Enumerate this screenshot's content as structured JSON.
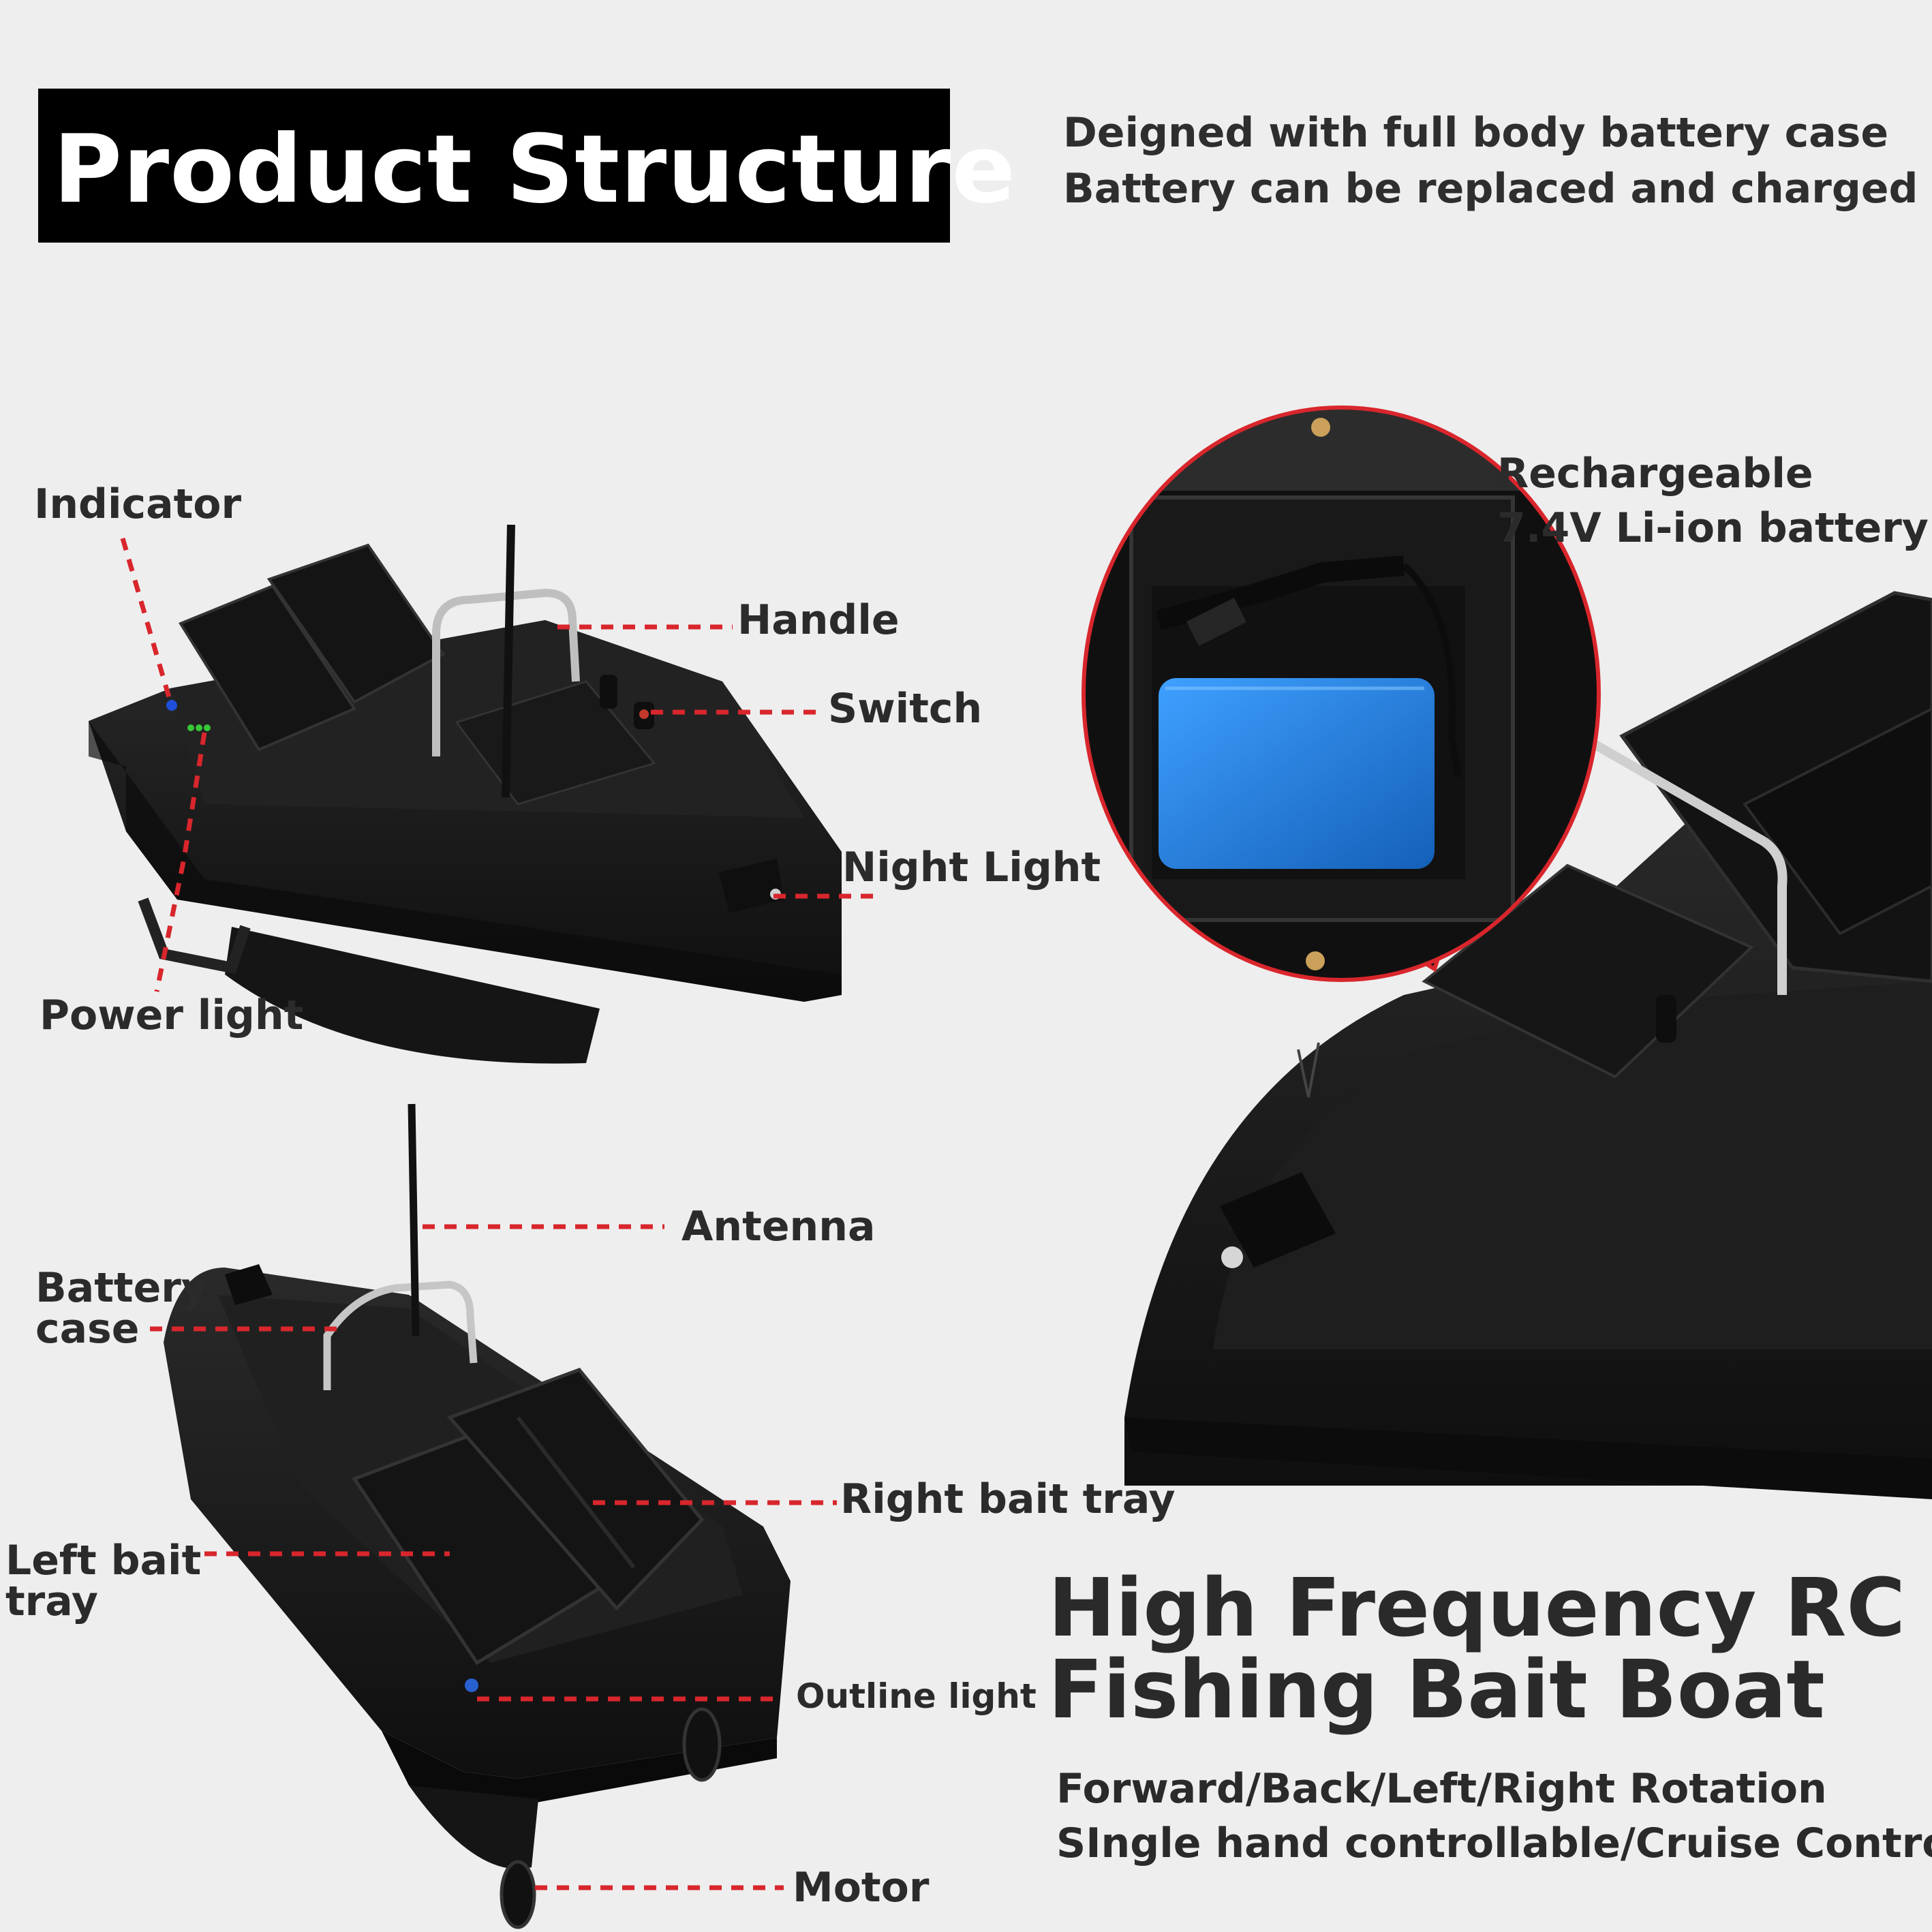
{
  "header": {
    "title": "Product Structure",
    "tagline_line1": "Deigned with full body battery case",
    "tagline_line2": "Battery can be replaced and charged"
  },
  "callouts_top_boat": {
    "indicator": "Indicator",
    "handle": "Handle",
    "switch": "Switch",
    "night_light": "Night Light",
    "power_light": "Power light"
  },
  "callouts_bottom_boat": {
    "antenna": "Antenna",
    "battery_case_line1": "Battery",
    "battery_case_line2": "case",
    "right_bait_tray": "Right bait tray",
    "left_bait_tray_line1": "Left bait",
    "left_bait_tray_line2": "tray",
    "outline_light": "Outline light",
    "motor": "Motor"
  },
  "battery_callout": {
    "line1": "Rechargeable",
    "line2": "7.4V Li-ion battery"
  },
  "product": {
    "title_line1": "High Frequency RC",
    "title_line2": "Fishing Bait Boat",
    "feature1": "Forward/Back/Left/Right Rotation",
    "feature2": "SIngle hand controllable/Cruise Control"
  },
  "colors": {
    "background": "#eeeeee",
    "leader_line": "#d8262c",
    "boat_body": "#1c1c1c",
    "battery": "#1f7fd6",
    "title_bar": "#000000"
  }
}
